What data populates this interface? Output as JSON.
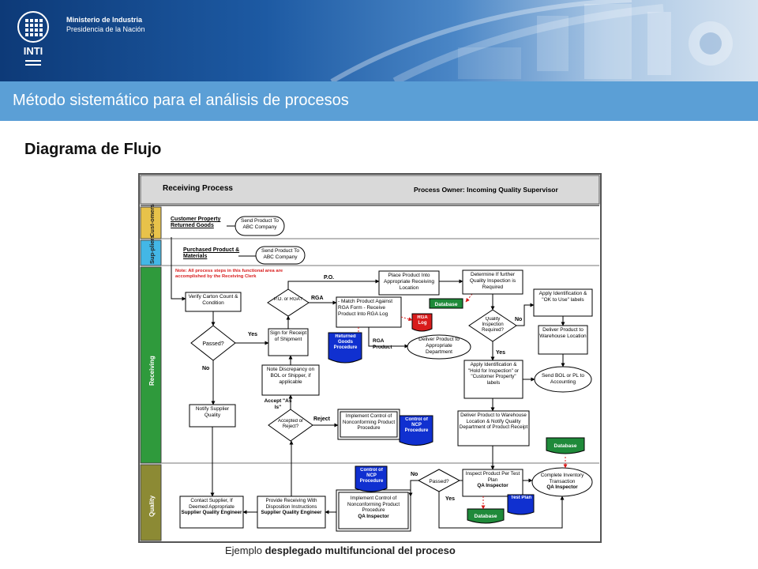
{
  "header": {
    "ministry_line1": "Ministerio de Industria",
    "ministry_line2": "Presidencia de la Nación",
    "logo_text": "INTI"
  },
  "title": "Método sistemático para el análisis de procesos",
  "subtitle": "Diagrama de Flujo",
  "diagram": {
    "process_title": "Receiving Process",
    "process_owner": "Process Owner: Incoming Quality  Supervisor",
    "lanes": {
      "customers": "Cust-omers",
      "suppliers": "Sup-pliers",
      "receiving": "Receiving",
      "quality": "Quality"
    },
    "customer_property": "Customer Property Returned Goods",
    "send_product_a": "Send Product To ABC Company",
    "purchased_product": "Purchased Product & Materials",
    "send_product_b": "Send Product To ABC Company",
    "note": "Note: All process steps in this functional area are accomplished by the Receiving Clerk",
    "verify_carton": "Verify Carton Count & Condition",
    "passed": "Passed?",
    "yes": "Yes",
    "no": "No",
    "po_rga": "P.O. or RGA?",
    "po": "P.O.",
    "rga": "RGA",
    "rga_product": "RGA Product",
    "sign_receipt": "Sign for Receipt of Shipment",
    "match_product": "- Match Product Against RGA Form - Receive Product Into RGA Log",
    "rga_log": "RGA Log",
    "returned_goods": "Returned Goods Procedure",
    "deliver_product_dept": "Deliver Product to Appropriate Department",
    "place_product": "Place Product Into Appropriate Receiving Location",
    "database": "Database",
    "determine_inspection": "Determine If further Quality Inspection is Required",
    "quality_inspection_required": "Quality Inspection Required?",
    "apply_ok_labels": "Apply Identification & \"OK to Use\" labels",
    "deliver_warehouse": "Deliver Product to Warehouse Location",
    "send_bol": "Send BOL or PL to Accounting",
    "apply_hold_labels": "Apply Identification & \"Hold for Inspection\" or \"Customer Property\" labels",
    "note_discrepancy": "Note Discrepancy on BOL or Shipper, if applicable",
    "accept_as_is": "Accept \"As Is\"",
    "accepted_rejected": "Accepted or Reject?",
    "reject": "Reject",
    "notify_supplier": "Notify Supplier Quality",
    "implement_control": "Implement Control of Nonconforming Product Procedure",
    "control_ncp": "Control of NCP Procedure",
    "deliver_warehouse_notify": "Deliver Product to Warehouse Location & Notify Quality Department of Product Receipt",
    "contact_supplier": "Contact Supplier, If Deemed Appropriate",
    "supplier_quality_engineer": "Supplier Quality Engineer",
    "provide_receiving": "Provide Receiving With Disposition Instructions",
    "implement_control_q": "Implement Control of Nonconforming Product Procedure",
    "qa_inspector": "QA Inspector",
    "inspect_product": "Inspect Product Per Test Plan",
    "test_plan": "Test Plan",
    "complete_inventory": "Complete Inventory Transaction"
  },
  "caption_plain": "Ejemplo ",
  "caption_bold": "desplegado multifuncional del proceso",
  "colors": {
    "title_bar": "#5b9fd6",
    "customers_lane": "#e8c24a",
    "suppliers_lane": "#43b7e6",
    "receiving_lane": "#2f9a3c",
    "quality_lane": "#8c8a34",
    "blue_doc": "#1030d0",
    "green_db": "#1f8a3a",
    "red_log": "#d81b1b"
  }
}
